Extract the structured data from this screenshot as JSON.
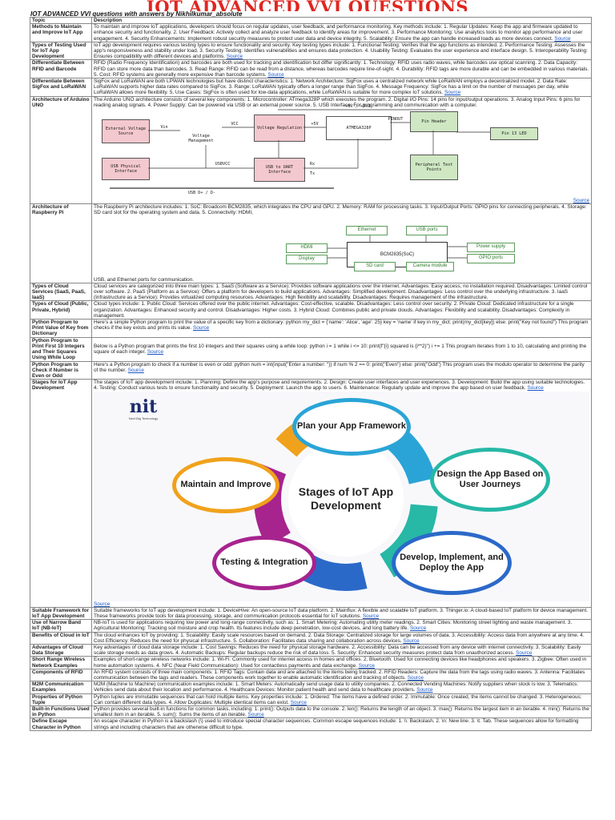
{
  "doc": {
    "title": "IOT ADVANCED VVI QUESTIONS",
    "subtitle": "IOT ADVANCED VVI questions with answers by Nikhilkumar_absolute"
  },
  "table": {
    "header": {
      "topic": "Topic",
      "description": "Description"
    },
    "source_label": "Source",
    "rows": [
      {
        "topic": "Methods to Maintain and Improve IoT App",
        "desc": "To maintain and improve IoT applications, developers should focus on regular updates, user feedback, and performance monitoring. Key methods include: 1. Regular Updates: Keep the app and firmware updated to enhance security and functionality. 2. User Feedback: Actively collect and analyze user feedback to identify areas for improvement. 3. Performance Monitoring: Use analytics tools to monitor app performance and user engagement. 4. Security Enhancements: Implement robust security measures to protect user data and device integrity. 5. Scalability: Ensure the app can handle increased loads as more devices connect."
      },
      {
        "topic": "Types of Testing Used for IoT App Development",
        "desc": "IoT app development requires various testing types to ensure functionality and security. Key testing types include: 1. Functional Testing: Verifies that the app functions as intended. 2. Performance Testing: Assesses the app's responsiveness and stability under load. 3. Security Testing: Identifies vulnerabilities and ensures data protection. 4. Usability Testing: Evaluates the user experience and interface design. 5. Interoperability Testing: Ensures compatibility with different devices and platforms."
      },
      {
        "topic": "Differentiate Between RFID and Barcode",
        "desc": "RFID (Radio Frequency Identification) and barcodes are both used for tracking and identification but differ significantly: 1. Technology: RFID uses radio waves, while barcodes use optical scanning. 2. Data Capacity: RFID can store more data than barcodes. 3. Read Range: RFID can be read from a distance, whereas barcodes require line-of-sight. 4. Durability: RFID tags are more durable and can be embedded in various materials. 5. Cost: RFID systems are generally more expensive than barcode systems."
      },
      {
        "topic": "Differentiate Between SigFox and LoRaWAN",
        "desc": "SigFox and LoRaWAN are both LPWAN technologies but have distinct characteristics: 1. Network Architecture: SigFox uses a centralized network while LoRaWAN employs a decentralized model. 2. Data Rate: LoRaWAN supports higher data rates compared to SigFox. 3. Range: LoRaWAN typically offers a longer range than SigFox. 4. Message Frequency: SigFox has a limit on the number of messages per day, while LoRaWAN allows more flexibility. 5. Use Cases: SigFox is often used for low-data applications, while LoRaWAN is suitable for more complex IoT solutions."
      },
      {
        "topic": "Architecture of Arduino UNO",
        "desc": "The Arduino UNO architecture consists of several key components: 1. Microcontroller: ATmega328P which executes the program. 2. Digital I/O Pins: 14 pins for input/output operations. 3. Analog Input Pins: 6 pins for reading analog signals. 4. Power Supply: Can be powered via USB or an external power source. 5. USB Interface: For programming and communication with a computer."
      },
      {
        "topic": "Architecture of Raspberry Pi",
        "desc": "The Raspberry Pi architecture includes: 1. SoC: Broadcom BCM2835, which integrates the CPU and GPU. 2. Memory: RAM for processing tasks. 3. Input/Output Ports: GPIO pins for connecting peripherals. 4. Storage: SD card slot for the operating system and data. 5. Connectivity: HDMI,",
        "desc_after": "USB, and Ethernet ports for communication."
      },
      {
        "topic": "Types of Cloud Services (SaaS, PaaS, IaaS)",
        "desc": "Cloud services are categorized into three main types: 1. SaaS (Software as a Service): Provides software applications over the internet. Advantages: Easy access, no installation required. Disadvantages: Limited control over software. 2. PaaS (Platform as a Service): Offers a platform for developers to build applications. Advantages: Simplified development. Disadvantages: Less control over the underlying infrastructure. 3. IaaS (Infrastructure as a Service): Provides virtualized computing resources. Advantages: High flexibility and scalability. Disadvantages: Requires management of the infrastructure."
      },
      {
        "topic": "Types of Cloud (Public, Private, Hybrid)",
        "desc": "Cloud types include: 1. Public Cloud: Services offered over the public internet. Advantages: Cost-effective, scalable. Disadvantages: Less control over security. 2. Private Cloud: Dedicated infrastructure for a single organization. Advantages: Enhanced security and control. Disadvantages: Higher costs. 3. Hybrid Cloud: Combines public and private clouds. Advantages: Flexibility and scalability. Disadvantages: Complexity in management."
      },
      {
        "topic": "Python Program to Print Value of Key from Dictionary",
        "desc": "Here's a simple Python program to print the value of a specific key from a dictionary: python my_dict = {'name': 'Alice', 'age': 25} key = 'name' if key in my_dict: print(my_dict[key]) else: print(\"Key not found\") This program checks if the key exists and prints its value."
      },
      {
        "topic": "Python Program to Print First 10 Integers and Their Squares Using While Loop",
        "desc": "Below is a Python program that prints the first 10 integers and their squares using a while loop: python i = 1 while i <= 10: print(f\"{i} squared is {i**2}\") i += 1 This program iterates from 1 to 10, calculating and printing the square of each integer."
      },
      {
        "topic": "Python Program to Check if Number is Even or Odd",
        "desc": "Here's a Python program to check if a number is even or odd: python num = int(input(\"Enter a number: \")) if num % 2 == 0: print(\"Even\") else: print(\"Odd\") This program uses the modulo operator to determine the parity of the number."
      },
      {
        "topic": "Stages for IoT App Development",
        "desc": "The stages of IoT app development include: 1. Planning: Define the app's purpose and requirements. 2. Design: Create user interfaces and user experiences. 3. Development: Build the app using suitable technologies. 4. Testing: Conduct various tests to ensure functionality and security. 5. Deployment: Launch the app to users. 6. Maintenance: Regularly update and improve the app based on user feedback."
      },
      {
        "topic": "Suitable Framework for IoT App Development",
        "desc": "Suitable frameworks for IoT app development include: 1. DeviceHive: An open-source IoT data platform. 2. Mainflux: A flexible and scalable IoT platform. 3. Thinger.io: A cloud-based IoT platform for device management. These frameworks provide tools for data processing, storage, and communication protocols essential for IoT solutions."
      },
      {
        "topic": "Use of Narrow Band IoT (NB-IoT)",
        "desc": "NB-IoT is used for applications requiring low power and long-range connectivity, such as: 1. Smart Metering: Automating utility meter readings. 2. Smart Cities: Monitoring street lighting and waste management. 3. Agricultural Monitoring: Tracking soil moisture and crop health. Its features include deep penetration, low-cost devices, and long battery life."
      },
      {
        "topic": "Benefits of Cloud in IoT",
        "desc": "The cloud enhances IoT by providing: 1. Scalability: Easily scale resources based on demand. 2. Data Storage: Centralized storage for large volumes of data. 3. Accessibility: Access data from anywhere at any time. 4. Cost Efficiency: Reduces the need for physical infrastructure. 5. Collaboration: Facilitates data sharing and collaboration across devices."
      },
      {
        "topic": "Advantages of Cloud Data Storage",
        "desc": "Key advantages of cloud data storage include: 1. Cost Savings: Reduces the need for physical storage hardware. 2. Accessibility: Data can be accessed from any device with internet connectivity. 3. Scalability: Easily scale storage needs as data grows. 4. Automatic Backups: Regular backups reduce the risk of data loss. 5. Security: Enhanced security measures protect data from unauthorized access."
      },
      {
        "topic": "Short Range Wireless Network Examples",
        "desc": "Examples of short-range wireless networks include: 1. Wi-Fi: Commonly used for internet access in homes and offices. 2. Bluetooth: Used for connecting devices like headphones and speakers. 3. Zigbee: Often used in home automation systems. 4. NFC (Near Field Communication): Used for contactless payments and data exchange."
      },
      {
        "topic": "Components of RFID",
        "desc": "An RFID system consists of three main components: 1. RFID Tags: Contain data and are attached to the items being tracked. 2. RFID Readers: Capture the data from the tags using radio waves. 3. Antenna: Facilitates communication between the tags and readers. These components work together to enable automatic identification and tracking of objects."
      },
      {
        "topic": "M2M Communication Examples",
        "desc": "M2M (Machine to Machine) communication examples include: 1. Smart Meters: Automatically send usage data to utility companies. 2. Connected Vending Machines: Notify suppliers when stock is low. 3. Telematics: Vehicles send data about their location and performance. 4. Healthcare Devices: Monitor patient health and send data to healthcare providers."
      },
      {
        "topic": "Properties of Python Tuple",
        "desc": "Python tuples are immutable sequences that can hold multiple items. Key properties include: 1. Ordered: The items have a defined order. 2. Immutable: Once created, the items cannot be changed. 3. Heterogeneous: Can contain different data types. 4. Allow Duplicates: Multiple identical items can exist."
      },
      {
        "topic": "Built-in Functions Used in Python",
        "desc": "Python provides several built-in functions for common tasks, including: 1. print(): Outputs data to the console. 2. len(): Returns the length of an object. 3. max(): Returns the largest item in an iterable. 4. min(): Returns the smallest item in an iterable. 5. sum(): Sums the items of an iterable."
      },
      {
        "topic": "Define Escape Character in Python",
        "desc": "An escape character in Python is a backslash (\\) used to introduce special character sequences. Common escape sequences include: 1. \\\\: Backslash. 2. \\n: New line. 3. \\t: Tab. These sequences allow for formatting strings and including characters that are otherwise difficult to type."
      }
    ]
  },
  "arduino": {
    "external_voltage": "External Voltage Source",
    "vin": "Vin",
    "vcc": "VCC",
    "voltage_management": "Voltage Management",
    "voltage_regulation": "Voltage Regulation",
    "plus5v": "+5V",
    "plus5v_33": "+5V / +3V3",
    "atmega": "ATMEGA328P",
    "pinout": "PINOUT",
    "pin_header": "Pin Header",
    "pin13": "Pin 13 LED",
    "usb_physical": "USB Physical Interface",
    "usbvcc": "USBVCC",
    "usb_uart": "USB to UART Interface",
    "rx": "Rx",
    "tx": "Tx",
    "peripheral": "Peripheral Test Points",
    "usb_bus": "USB D+ / D-"
  },
  "rpi": {
    "soc": "BCM2835(SoC)",
    "ethernet": "Ethernet",
    "usb": "USB ports",
    "hdmi": "HDMI",
    "display": "Display",
    "power": "Power supply",
    "gpio": "GPIO ports",
    "sd": "SD card",
    "camera": "Camera module"
  },
  "wheel": {
    "logo": "nit",
    "logo_sub": "Next Big Technology",
    "center": "Stages of IoT App Development",
    "s1": "Plan your App Framework",
    "s2": "Design the App Based on User Journeys",
    "s3": "Develop, Implement, and Deploy the App",
    "s4": "Testing & Integration",
    "s5": "Maintain and Improve"
  }
}
